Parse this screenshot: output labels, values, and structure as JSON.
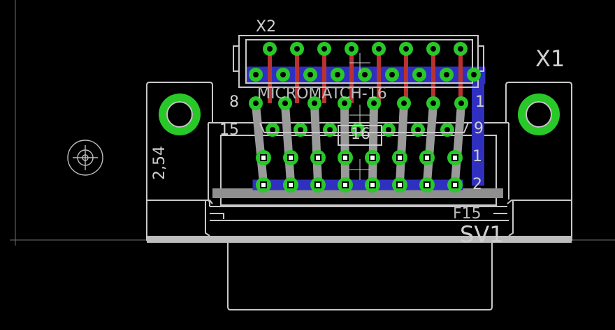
{
  "view": "eagle-pcb-board-editor",
  "colors": {
    "background": "#000000",
    "outline": "#c8c8c8",
    "top_copper": "#b83232",
    "bottom_copper": "#3030c0",
    "pad_green": "#28c828",
    "pin_white": "#ffffff",
    "grid_line": "#6f6f6f"
  },
  "labels": {
    "x2_name": "X2",
    "x2_value": "MICROMATCH-16",
    "x2_pin8": "8",
    "x2_pin1": "1",
    "x1_name": "X1",
    "pitch": "2,54",
    "sv1_pin15": "15",
    "sv1_pin16": "16",
    "sv1_pin9": "9",
    "sv1_row1": "1",
    "sv1_row2": "2",
    "sv1_value": "F15",
    "sv1_name": "SV1"
  },
  "components": [
    {
      "ref": "X2",
      "package": "MICROMATCH-16",
      "pads": 16
    },
    {
      "ref": "X1",
      "type": "d-sub-connector",
      "mounting_holes": 2
    },
    {
      "ref": "SV1",
      "value": "F15",
      "pads": 16
    }
  ]
}
